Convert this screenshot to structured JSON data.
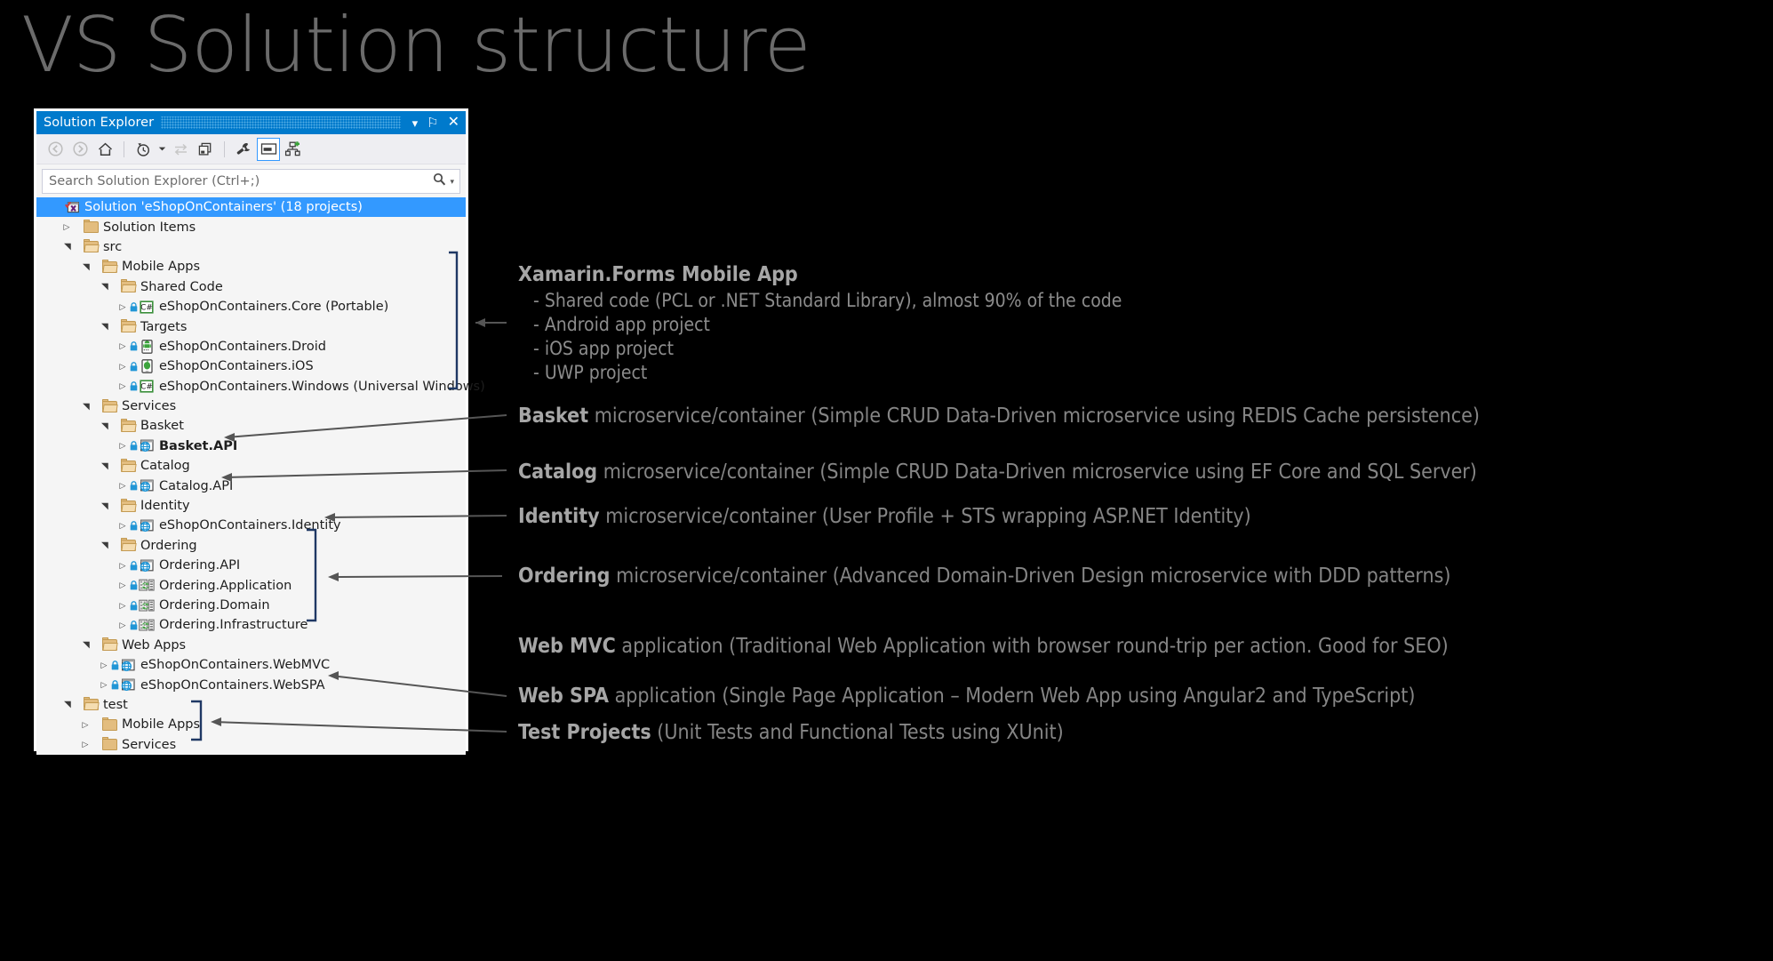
{
  "slide": {
    "title": "VS Solution structure",
    "background": "#000000",
    "title_color": "#6b6b6b"
  },
  "window": {
    "title": "Solution Explorer",
    "titlebar_color": "#007acc",
    "controls": [
      {
        "name": "dropdown-icon",
        "glyph": "▾"
      },
      {
        "name": "pin-icon",
        "glyph": "⚐"
      },
      {
        "name": "close-icon",
        "glyph": "✕"
      }
    ],
    "toolbar": [
      {
        "name": "back-icon",
        "label": "Back"
      },
      {
        "name": "forward-icon",
        "label": "Forward"
      },
      {
        "name": "home-icon",
        "label": "Home"
      },
      {
        "name": "pending-changes-icon",
        "label": "Pending Changes"
      },
      {
        "name": "sync-with-active-document-icon",
        "label": "Sync with Active Document"
      },
      {
        "name": "refresh-icon",
        "label": "Refresh"
      },
      {
        "name": "properties-icon",
        "label": "Properties"
      },
      {
        "name": "preview-selected-items-icon",
        "label": "Preview Selected Items",
        "active": true
      },
      {
        "name": "show-all-files-icon",
        "label": "Show All Files"
      }
    ],
    "search": {
      "placeholder": "Search Solution Explorer (Ctrl+;)",
      "icon": "search-icon",
      "caret": "▾"
    }
  },
  "tree": [
    {
      "indent": 0,
      "twisty": "none",
      "icon": "solution-icon",
      "label": "Solution 'eShopOnContainers' (18 projects)",
      "selected": true,
      "lock": false,
      "bold": false
    },
    {
      "indent": 1,
      "twisty": "closed",
      "icon": "folder-closed",
      "label": "Solution Items",
      "selected": false,
      "lock": false,
      "bold": false
    },
    {
      "indent": 1,
      "twisty": "open",
      "icon": "folder-open",
      "label": "src",
      "selected": false,
      "lock": false,
      "bold": false
    },
    {
      "indent": 2,
      "twisty": "open",
      "icon": "folder-open",
      "label": "Mobile Apps",
      "selected": false,
      "lock": false,
      "bold": false
    },
    {
      "indent": 3,
      "twisty": "open",
      "icon": "folder-open",
      "label": "Shared Code",
      "selected": false,
      "lock": false,
      "bold": false
    },
    {
      "indent": 4,
      "twisty": "closed",
      "icon": "csharp-project",
      "label": "eShopOnContainers.Core (Portable)",
      "selected": false,
      "lock": true,
      "bold": false
    },
    {
      "indent": 3,
      "twisty": "open",
      "icon": "folder-open",
      "label": "Targets",
      "selected": false,
      "lock": false,
      "bold": false
    },
    {
      "indent": 4,
      "twisty": "closed",
      "icon": "android-project",
      "label": "eShopOnContainers.Droid",
      "selected": false,
      "lock": true,
      "bold": false
    },
    {
      "indent": 4,
      "twisty": "closed",
      "icon": "ios-project",
      "label": "eShopOnContainers.iOS",
      "selected": false,
      "lock": true,
      "bold": false
    },
    {
      "indent": 4,
      "twisty": "closed",
      "icon": "csharp-project",
      "label": "eShopOnContainers.Windows (Universal Windows)",
      "selected": false,
      "lock": true,
      "bold": false
    },
    {
      "indent": 2,
      "twisty": "open",
      "icon": "folder-open",
      "label": "Services",
      "selected": false,
      "lock": false,
      "bold": false
    },
    {
      "indent": 3,
      "twisty": "open",
      "icon": "folder-open",
      "label": "Basket",
      "selected": false,
      "lock": false,
      "bold": false
    },
    {
      "indent": 4,
      "twisty": "closed",
      "icon": "web-project",
      "label": "Basket.API",
      "selected": false,
      "lock": true,
      "bold": true
    },
    {
      "indent": 3,
      "twisty": "open",
      "icon": "folder-open",
      "label": "Catalog",
      "selected": false,
      "lock": false,
      "bold": false
    },
    {
      "indent": 4,
      "twisty": "closed",
      "icon": "web-project",
      "label": "Catalog.API",
      "selected": false,
      "lock": true,
      "bold": false
    },
    {
      "indent": 3,
      "twisty": "open",
      "icon": "folder-open",
      "label": "Identity",
      "selected": false,
      "lock": false,
      "bold": false
    },
    {
      "indent": 4,
      "twisty": "closed",
      "icon": "web-project",
      "label": "eShopOnContainers.Identity",
      "selected": false,
      "lock": true,
      "bold": false
    },
    {
      "indent": 3,
      "twisty": "open",
      "icon": "folder-open",
      "label": "Ordering",
      "selected": false,
      "lock": false,
      "bold": false
    },
    {
      "indent": 4,
      "twisty": "closed",
      "icon": "web-project",
      "label": "Ordering.API",
      "selected": false,
      "lock": true,
      "bold": false
    },
    {
      "indent": 4,
      "twisty": "closed",
      "icon": "library-project",
      "label": "Ordering.Application",
      "selected": false,
      "lock": true,
      "bold": false
    },
    {
      "indent": 4,
      "twisty": "closed",
      "icon": "library-project",
      "label": "Ordering.Domain",
      "selected": false,
      "lock": true,
      "bold": false
    },
    {
      "indent": 4,
      "twisty": "closed",
      "icon": "library-project",
      "label": "Ordering.Infrastructure",
      "selected": false,
      "lock": true,
      "bold": false
    },
    {
      "indent": 2,
      "twisty": "open",
      "icon": "folder-open",
      "label": "Web Apps",
      "selected": false,
      "lock": false,
      "bold": false
    },
    {
      "indent": 3,
      "twisty": "closed",
      "icon": "web-project",
      "label": "eShopOnContainers.WebMVC",
      "selected": false,
      "lock": true,
      "bold": false
    },
    {
      "indent": 3,
      "twisty": "closed",
      "icon": "web-project",
      "label": "eShopOnContainers.WebSPA",
      "selected": false,
      "lock": true,
      "bold": false
    },
    {
      "indent": 1,
      "twisty": "open",
      "icon": "folder-open",
      "label": "test",
      "selected": false,
      "lock": false,
      "bold": false
    },
    {
      "indent": 2,
      "twisty": "closed",
      "icon": "folder-closed",
      "label": "Mobile Apps",
      "selected": false,
      "lock": false,
      "bold": false
    },
    {
      "indent": 2,
      "twisty": "closed",
      "icon": "folder-closed",
      "label": "Services",
      "selected": false,
      "lock": false,
      "bold": false
    }
  ],
  "annotations": {
    "xamarin": {
      "heading": "Xamarin.Forms Mobile App",
      "bullets": [
        "- Shared code (PCL or .NET Standard Library), almost 90% of the code",
        "- Android app project",
        "- iOS app project",
        "- UWP project"
      ]
    },
    "items": [
      {
        "name": "basket",
        "bold": "Basket",
        "rest": " microservice/container (Simple CRUD Data-Driven microservice using REDIS Cache persistence)"
      },
      {
        "name": "catalog",
        "bold": "Catalog",
        "rest": " microservice/container (Simple CRUD Data-Driven microservice using EF Core and SQL Server)"
      },
      {
        "name": "identity",
        "bold": "Identity",
        "rest": " microservice/container (User Profile + STS wrapping ASP.NET Identity)"
      },
      {
        "name": "ordering",
        "bold": "Ordering",
        "rest": " microservice/container (Advanced Domain-Driven Design microservice with DDD patterns)"
      },
      {
        "name": "webmvc",
        "bold": "Web MVC",
        "rest": " application (Traditional Web Application with browser round-trip per action. Good for SEO)"
      },
      {
        "name": "webspa",
        "bold": "Web SPA",
        "rest": " application (Single Page Application – Modern Web App using Angular2 and TypeScript)"
      },
      {
        "name": "tests",
        "bold": "Test Projects",
        "rest": " (Unit Tests and Functional Tests using XUnit)"
      }
    ]
  }
}
